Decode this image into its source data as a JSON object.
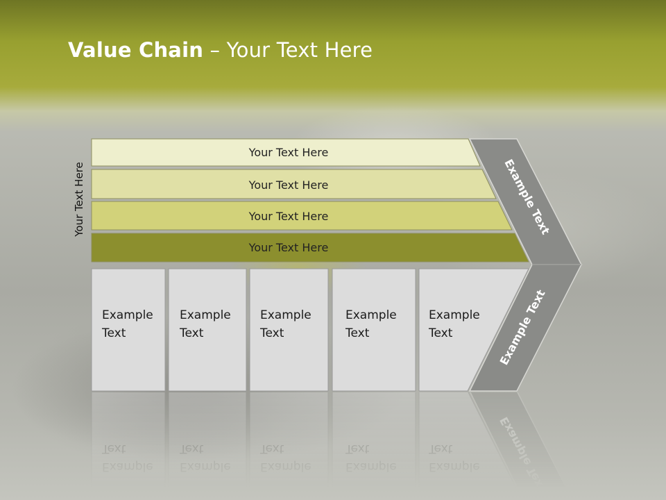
{
  "slide": {
    "title_bold": "Value Chain",
    "title_rest": " – Your Text Here",
    "side_label": "Your Text Here"
  },
  "bands": [
    {
      "label": "Your Text Here",
      "color": "#eeefcd"
    },
    {
      "label": "Your Text Here",
      "color": "#e0e0a6"
    },
    {
      "label": "Your Text Here",
      "color": "#d2d27a"
    },
    {
      "label": "Your Text Here",
      "color": "#8c8f2e"
    }
  ],
  "columns": [
    {
      "line1": "Example",
      "line2": "Text"
    },
    {
      "line1": "Example",
      "line2": "Text"
    },
    {
      "line1": "Example",
      "line2": "Text"
    },
    {
      "line1": "Example",
      "line2": "Text"
    },
    {
      "line1": "Example",
      "line2": "Text"
    }
  ],
  "chevron": {
    "upper_label": "Example Text",
    "lower_label": "Example Text",
    "color": "#8a8b88"
  },
  "colors": {
    "column_fill": "#dcdcdc",
    "column_border": "#9a9a9a",
    "band_border": "#8e8f5e"
  }
}
